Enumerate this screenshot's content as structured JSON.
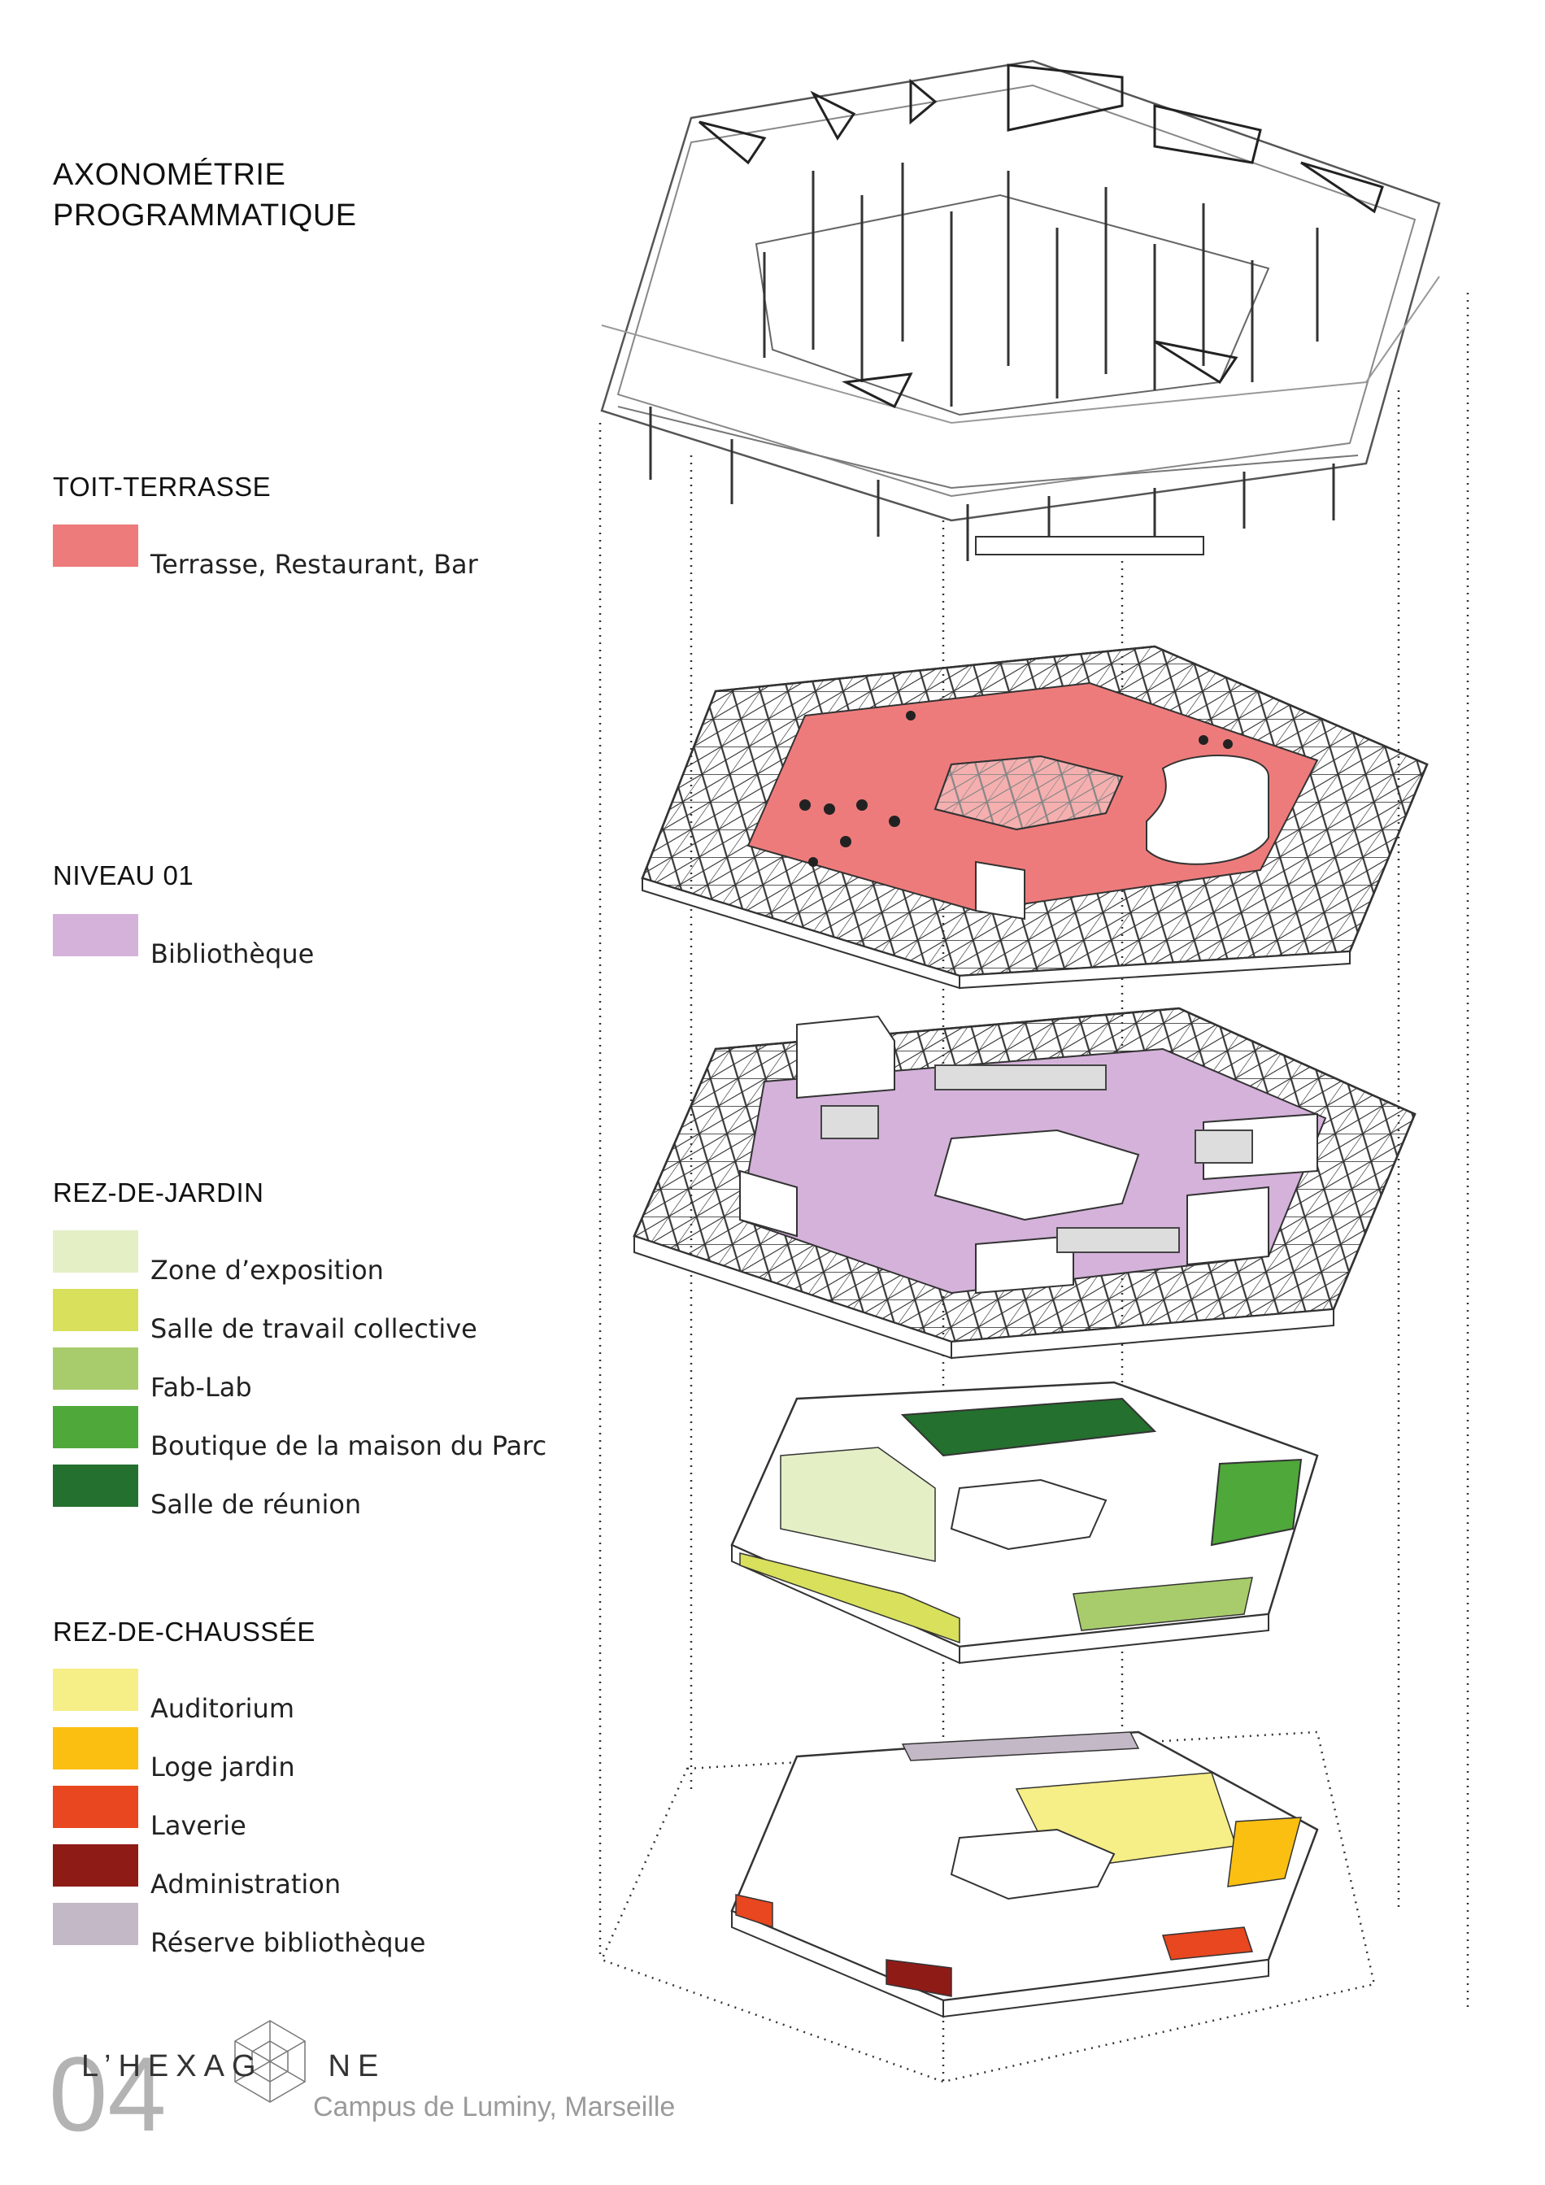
{
  "title": {
    "line1": "AXONOMÉTRIE",
    "line2": "PROGRAMMATIQUE"
  },
  "sections": [
    {
      "name": "TOIT-TERRASSE",
      "items": [
        {
          "label": "Terrasse, Restaurant, Bar",
          "color": "#ee7b7b"
        }
      ]
    },
    {
      "name": "NIVEAU 01",
      "items": [
        {
          "label": "Bibliothèque",
          "color": "#d4b2da"
        }
      ]
    },
    {
      "name": "REZ-DE-JARDIN",
      "items": [
        {
          "label": "Zone d’exposition",
          "color": "#e4efc6"
        },
        {
          "label": "Salle de travail collective",
          "color": "#d8e05c"
        },
        {
          "label": "Fab-Lab",
          "color": "#a8cc6c"
        },
        {
          "label": "Boutique de la maison du Parc",
          "color": "#4fa83a"
        },
        {
          "label": "Salle de réunion",
          "color": "#24702e"
        }
      ]
    },
    {
      "name": "REZ-DE-CHAUSSÉE",
      "items": [
        {
          "label": "Auditorium",
          "color": "#f6ee86"
        },
        {
          "label": "Loge jardin",
          "color": "#fbbf12"
        },
        {
          "label": "Laverie",
          "color": "#e8471f"
        },
        {
          "label": "Administration",
          "color": "#8f1b17"
        },
        {
          "label": "Réserve bibliothèque",
          "color": "#c3b8c6"
        }
      ]
    }
  ],
  "footer": {
    "page_number": "04",
    "brand_left": "L’HEXAG",
    "brand_right": "NE",
    "location": "Campus de Luminy, Marseille"
  }
}
